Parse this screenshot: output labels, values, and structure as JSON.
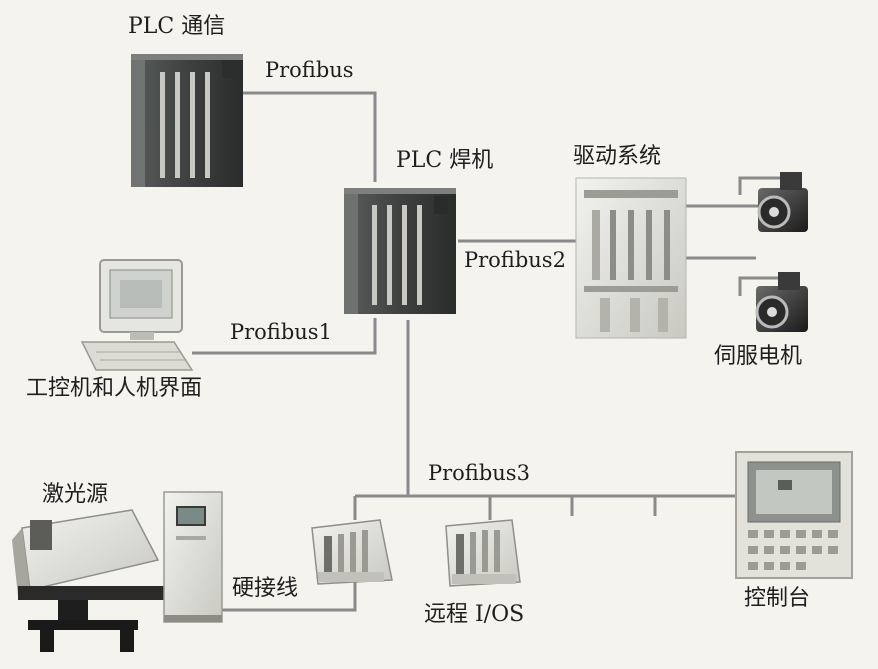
{
  "labels": {
    "plc_comm": "PLC 通信",
    "plc_welder": "PLC 焊机",
    "drive_system": "驱动系统",
    "servo_motor": "伺服电机",
    "ipc_hmi": "工控机和人机界面",
    "laser_source": "激光源",
    "remote_io": "远程 I/OS",
    "console": "控制台",
    "hardwire": "硬接线"
  },
  "buses": {
    "profibus": "Profibus",
    "profibus1": "Profibus1",
    "profibus2": "Profibus2",
    "profibus3": "Profibus3"
  },
  "colors": {
    "line": "#8a8a8a",
    "text": "#1e1e1e",
    "background": "#f4f3ee"
  }
}
